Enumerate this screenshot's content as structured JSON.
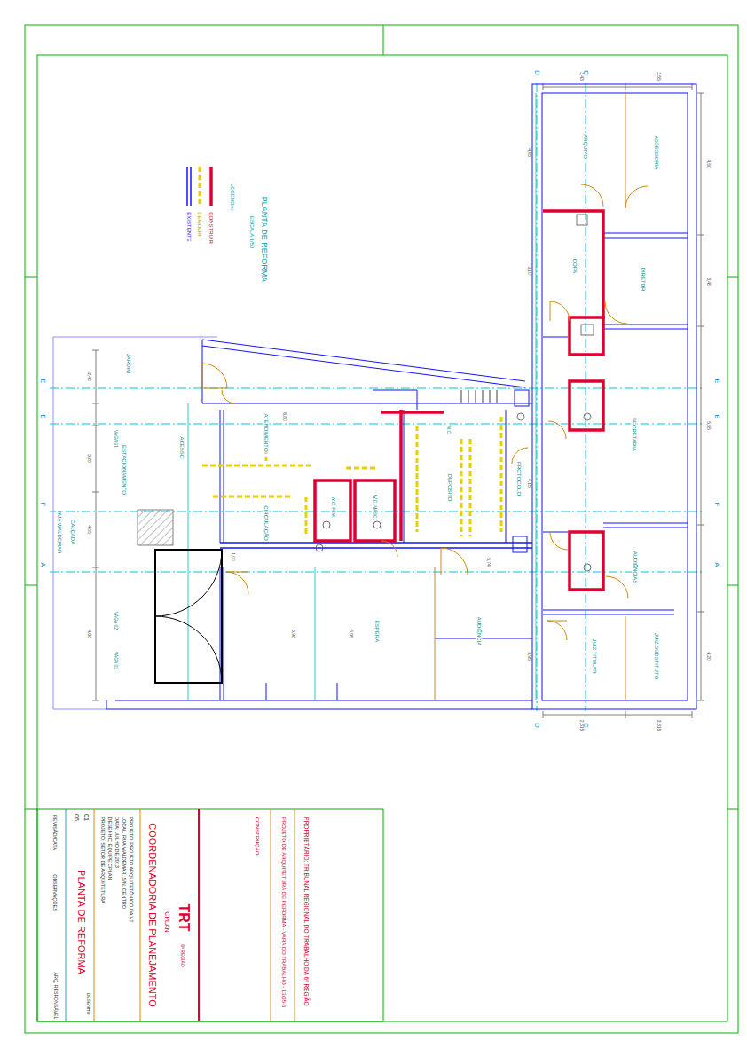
{
  "diagram": {
    "nodes": [
      {
        "text": [
          "PROPRIETÁRIO: TRIBUNAL REGIONAL DO TRABALHO DA 6ª REGIÃO",
          "PROJETO DE ARQUITETURA DE REFORMA - VARA DO TRABALHO - 13/05-6",
          "CONSTRUÇÃO",
          "TRT",
          "6ª REGIÃO",
          "CPLAN",
          "COORDENADORIA DE PLANEJAMENTO",
          "PROJETO: PROJETO ARQUITETÔNICO DA VT",
          "LOCAL: RUA WALDEMAR, S/N, CENTRO",
          "DATA: JULHO DE 2013",
          "DESENHO: EQUIPE CPLAN",
          "PROJETO: SETOR DE ARQUITETURA",
          "PLANTA DE REFORMA",
          "DESENHO",
          "01",
          "06",
          "REVISÃO/DATA",
          "OBSERVAÇÕES",
          "ARQ. RESPONSÁVEL"
        ]
      }
    ],
    "labels": [
      "PLANTA DE REFORMA",
      "ESCALA 1/50",
      "LEGENDA:",
      "ARQUIVO",
      "ASSESSORIA",
      "COPA",
      "DIRETOR",
      "SECRETARIA",
      "AUDIÊNCIAS",
      "JUIZ TITULAR",
      "JUIZ SUBSTITUTO",
      "ESPERA",
      "AUDIÊNCIA",
      "PROTOCOLO",
      "DEPÓSITO",
      "ATENDIMENTO",
      "CIRCULAÇÃO",
      "W.C. FEM.",
      "W.C. MASC.",
      "W.C.",
      "ESTACIONAMENTO",
      "CALÇADA",
      "RUA WALDEMAR",
      "VAGA 01",
      "VAGA 02",
      "VAGA 03",
      "ACESSO",
      "JARDIM",
      "D",
      "C",
      "D",
      "C",
      "E",
      "E",
      "B",
      "B",
      "F",
      "F",
      "A",
      "A",
      "3,43",
      "3,55",
      "4,05",
      "4,50",
      "3,10",
      "3,45",
      "5,55",
      "4,15",
      "4,20",
      "3,95",
      "2,315",
      "3,315",
      "2,40",
      "3,20",
      "4,05",
      "4,80",
      "5,98",
      "5,95",
      "5,74",
      "6,80",
      "1,00"
    ],
    "legend": [
      {
        "text": "CONSTRUIR"
      },
      {
        "text": "DEMOLIR"
      },
      {
        "text": "EXISTENTE"
      }
    ]
  }
}
